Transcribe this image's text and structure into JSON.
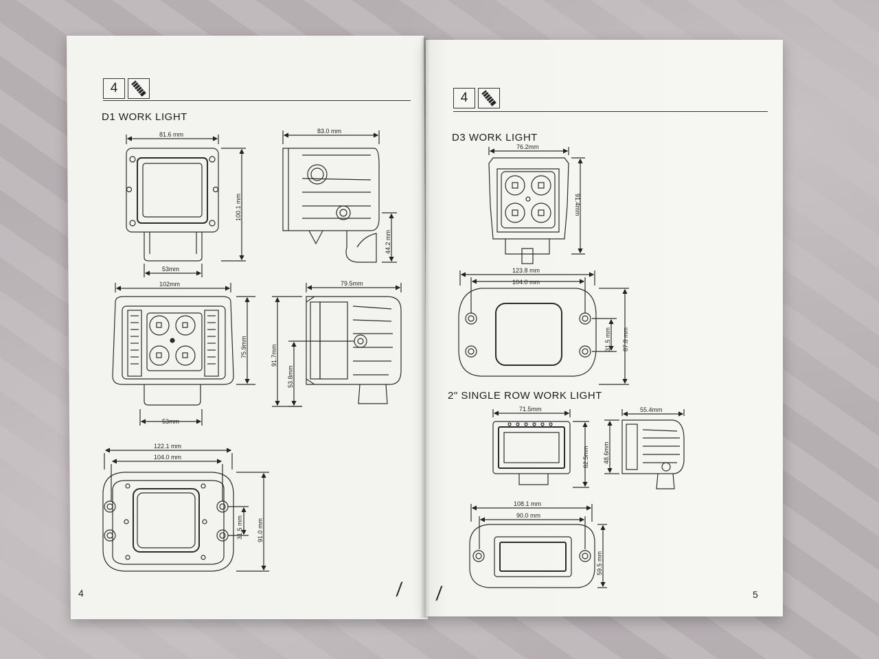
{
  "left_page": {
    "section_number": "4",
    "icon": "light-bar-icon",
    "title": "D1 WORK LIGHT",
    "page_number": "4",
    "dims": {
      "front_width": "81.6 mm",
      "front_height": "100.1 mm",
      "front_bracket": "53mm",
      "side_width": "83.0 mm",
      "side_mount": "44.2 mm",
      "front2_width": "102mm",
      "front2_height": "75.9mm",
      "front2_bracket": "53mm",
      "side2_width": "79.5mm",
      "side2_height": "91.7mm",
      "side2_mount": "53.8mm",
      "flush_outer": "122.1 mm",
      "flush_inner": "104.0 mm",
      "flush_hole": "31.5 mm",
      "flush_height": "91.0 mm"
    }
  },
  "right_page": {
    "section_number": "4",
    "icon": "light-bar-icon",
    "title_d3": "D3 WORK LIGHT",
    "title_2in": "2\" SINGLE ROW WORK LIGHT",
    "page_number": "5",
    "dims": {
      "d3_width": "76.2mm",
      "d3_height": "91.4mm",
      "d3_flush_outer": "123.8 mm",
      "d3_flush_inner": "104.0 mm",
      "d3_flush_hole": "31.5 mm",
      "d3_flush_height": "87.8 mm",
      "sr_width": "71.5mm",
      "sr_height": "62.5mm",
      "sr_side_width": "55.4mm",
      "sr_side_height": "48.6mm",
      "sr_flush_outer": "108.1 mm",
      "sr_flush_inner": "90.0 mm",
      "sr_flush_height": "59.5 mm"
    }
  }
}
